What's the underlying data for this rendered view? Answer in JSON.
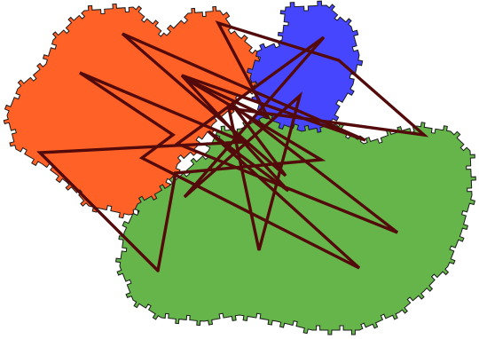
{
  "figure": {
    "type": "fractal-tiling-with-polyline",
    "regions": [
      {
        "id": "orange",
        "fill": "#ff6126"
      },
      {
        "id": "blue",
        "fill": "#4646ff"
      },
      {
        "id": "green",
        "fill": "#65b54a"
      }
    ],
    "path_color": "#520a0a",
    "path_point_count": 29
  }
}
